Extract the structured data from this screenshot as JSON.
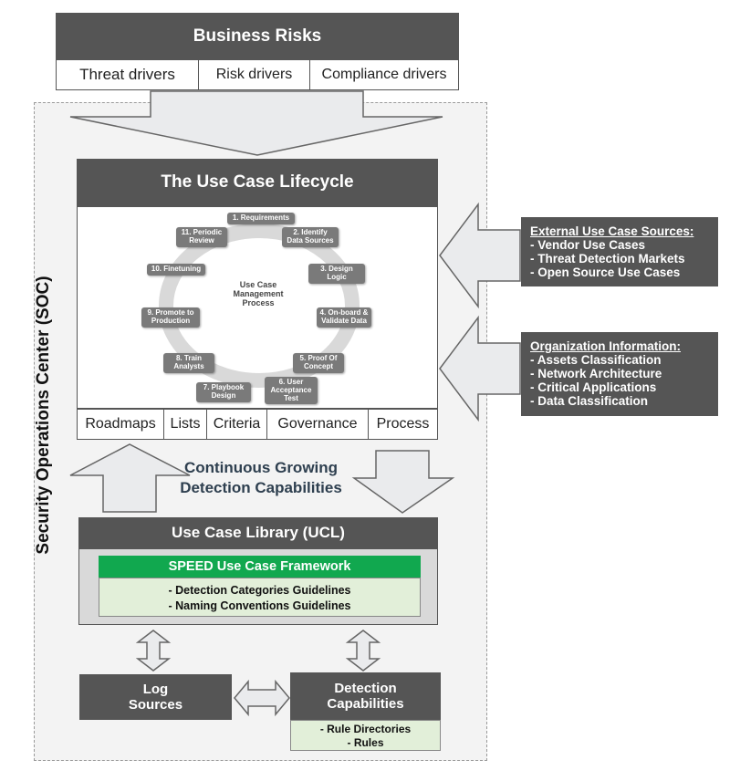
{
  "business_risks": {
    "title": "Business Risks",
    "drivers": [
      "Threat drivers",
      "Risk drivers",
      "Compliance drivers"
    ]
  },
  "soc": {
    "label": "Security Operations Center (SOC)"
  },
  "lifecycle": {
    "title": "The Use Case Lifecycle",
    "center_label": "Use Case\nManagement\nProcess",
    "steps": [
      "1. Requirements",
      "2. Identify\nData Sources",
      "3. Design Logic",
      "4. On-board &\nValidate Data",
      "5. Proof Of\nConcept",
      "6. User\nAcceptance\nTest",
      "7. Playbook\nDesign",
      "8. Train\nAnalysts",
      "9. Promote to\nProduction",
      "10. Finetuning",
      "11. Periodic\nReview"
    ],
    "tabs": [
      "Roadmaps",
      "Lists",
      "Criteria",
      "Governance",
      "Process"
    ]
  },
  "external_sources": {
    "heading": "External Use Case Sources:",
    "items": [
      "- Vendor Use Cases",
      "- Threat Detection Markets",
      "- Open Source Use Cases"
    ]
  },
  "org_info": {
    "heading": "Organization Information:",
    "items": [
      "- Assets Classification",
      "- Network Architecture",
      "- Critical Applications",
      "- Data Classification"
    ]
  },
  "continuous": {
    "line1": "Continuous Growing",
    "line2": "Detection Capabilities"
  },
  "ucl": {
    "title": "Use Case Library (UCL)",
    "framework_title": "SPEED Use Case Framework",
    "framework_items": [
      "- Detection Categories Guidelines",
      "- Naming Conventions Guidelines"
    ]
  },
  "log_sources": {
    "label": "Log\nSources"
  },
  "detection_caps": {
    "label": "Detection\nCapabilities",
    "items": [
      "- Rule Directories",
      "- Rules"
    ]
  },
  "colors": {
    "dark": "#555555",
    "green": "#11a84f",
    "mint": "#e2efd9",
    "arrow_fill": "#eaebed"
  }
}
